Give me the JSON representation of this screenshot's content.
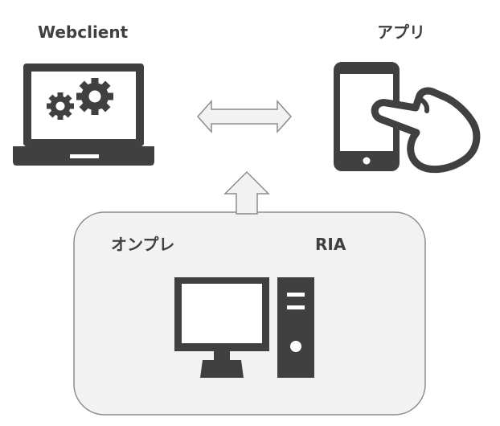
{
  "labels": {
    "webclient": "Webclient",
    "app": "アプリ",
    "onpremise": "オンプレ",
    "ria": "RIA"
  },
  "colors": {
    "icon": "#404040",
    "arrow_fill": "#f2f2f2",
    "arrow_stroke": "#8c8c8c",
    "box_fill": "#f2f2f2",
    "box_stroke": "#8c8c8c"
  },
  "icons": [
    "laptop-gears-icon",
    "smartphone-tap-icon",
    "desktop-pc-icon",
    "double-arrow-icon",
    "up-arrow-icon"
  ]
}
